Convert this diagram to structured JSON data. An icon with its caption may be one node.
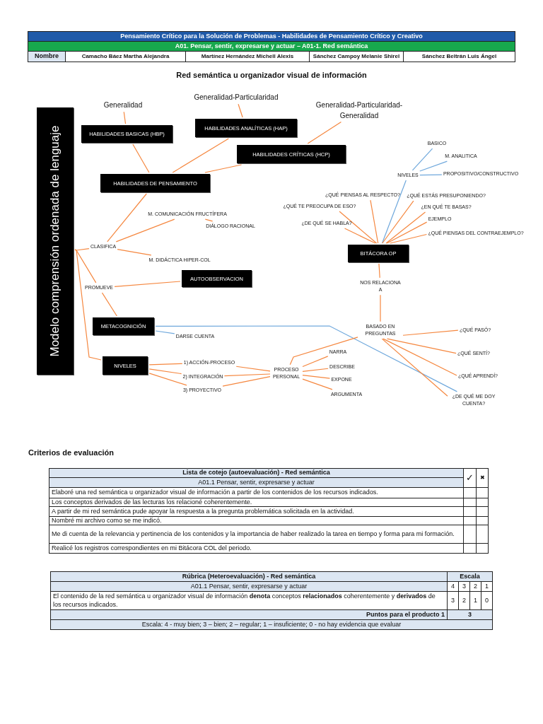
{
  "diagram": {
    "title": "Red semántica u organizador visual de información",
    "nodes": [
      {
        "text": [
          "Modelo comprensión ordenada de lenguaje"
        ]
      },
      {
        "text": [
          "Generalidad"
        ]
      },
      {
        "text": [
          "Generalidad-Particularidad"
        ]
      },
      {
        "text": [
          "Generalidad-Particularidad-Generalidad"
        ]
      },
      {
        "text": [
          "HABILIDADES BASICAS (HBP)"
        ]
      },
      {
        "text": [
          "HABILIDADES ANALÍTICAS (HAP)"
        ]
      },
      {
        "text": [
          "HABILIDADES CRÍTICAS (HCP)"
        ]
      },
      {
        "text": [
          "HABILIDADES DE PENSAMIENTO"
        ]
      },
      {
        "text": [
          "CLASIFICA"
        ]
      },
      {
        "text": [
          "M. COMUNICACIÓN FRUCTÍFERA"
        ]
      },
      {
        "text": [
          "DIÁLOGO RACIONAL"
        ]
      },
      {
        "text": [
          "M. DIDÁCTICA HIPER-COL"
        ]
      },
      {
        "text": [
          "AUTOOBSERVACION"
        ]
      },
      {
        "text": [
          "PROMUEVE"
        ]
      },
      {
        "text": [
          "METACOGNICIÓN"
        ]
      },
      {
        "text": [
          "DARSE CUENTA"
        ]
      },
      {
        "text": [
          "NIVELES"
        ]
      },
      {
        "text": [
          "1) ACCIÓN-PROCESO"
        ]
      },
      {
        "text": [
          "2) INTEGRACIÓN"
        ]
      },
      {
        "text": [
          "3) PROYECTIVO"
        ]
      },
      {
        "text": [
          "PROCESO PERSONAL"
        ]
      },
      {
        "text": [
          "NARRA"
        ]
      },
      {
        "text": [
          "DESCRIBE"
        ]
      },
      {
        "text": [
          "EXPONE"
        ]
      },
      {
        "text": [
          "ARGUMENTA"
        ]
      },
      {
        "text": [
          "BASICO"
        ]
      },
      {
        "text": [
          "M. ANALITICA"
        ]
      },
      {
        "text": [
          "PROPOSITIVO/CONSTRUCTIVO"
        ]
      },
      {
        "text": [
          "NIVELES"
        ]
      },
      {
        "text": [
          "¿QUÉ PIENSAS AL RESPECTO?"
        ]
      },
      {
        "text": [
          "¿QUÉ TE PREOCUPA DE ESO?"
        ]
      },
      {
        "text": [
          "¿DE QUÉ SE HABLA?"
        ]
      },
      {
        "text": [
          "¿QUÉ ESTÁS PRESUPONIENDO?"
        ]
      },
      {
        "text": [
          "¿EN QUÉ TE BASAS?"
        ]
      },
      {
        "text": [
          "EJEMPLO"
        ]
      },
      {
        "text": [
          "¿QUÉ PIENSAS DEL CONTRAEJEMPLO?"
        ]
      },
      {
        "text": [
          "BITÁCORA OP"
        ]
      },
      {
        "text": [
          "NOS RELACIONA A"
        ]
      },
      {
        "text": [
          "BASADO EN PREGUNTAS"
        ]
      },
      {
        "text": [
          "¿QUÉ PASÓ?"
        ]
      },
      {
        "text": [
          "¿QUÉ SENTÍ?"
        ]
      },
      {
        "text": [
          "¿QUÉ APRENDÍ?"
        ]
      },
      {
        "text": [
          "¿DE QUÉ ME DOY CUENTA?"
        ]
      }
    ],
    "edges": [
      {
        "from": 1,
        "to": 4,
        "arrow": "none"
      },
      {
        "from": 2,
        "to": 5,
        "arrow": "none"
      },
      {
        "from": 3,
        "to": 6,
        "arrow": "none"
      },
      {
        "from": 4,
        "to": 7,
        "arrow": "none"
      },
      {
        "from": 5,
        "to": 7,
        "arrow": "none"
      },
      {
        "from": 6,
        "to": 7,
        "arrow": "none"
      },
      {
        "from": 7,
        "to": 8,
        "arrow": "none"
      },
      {
        "from": 0,
        "to": 8,
        "arrow": "none"
      },
      {
        "from": 8,
        "to": 9,
        "arrow": "none"
      },
      {
        "from": 8,
        "to": 11,
        "arrow": "none"
      },
      {
        "from": 9,
        "to": 10,
        "arrow": "none"
      },
      {
        "from": 0,
        "to": 13,
        "arrow": "none"
      },
      {
        "from": 13,
        "to": 12,
        "arrow": "none"
      },
      {
        "from": 13,
        "to": 14,
        "arrow": "none"
      },
      {
        "from": 0,
        "to": 16,
        "arrow": "none"
      },
      {
        "from": 14,
        "to": 15,
        "arrow": "none",
        "color": "#6fa8dc"
      },
      {
        "from": 14,
        "to": 42,
        "arrow": "none",
        "color": "#6fa8dc"
      },
      {
        "from": 16,
        "to": 17,
        "arrow": "none"
      },
      {
        "from": 16,
        "to": 18,
        "arrow": "none"
      },
      {
        "from": 16,
        "to": 19,
        "arrow": "none"
      },
      {
        "from": 17,
        "to": 20,
        "arrow": "none"
      },
      {
        "from": 18,
        "to": 20,
        "arrow": "none"
      },
      {
        "from": 19,
        "to": 20,
        "arrow": "none"
      },
      {
        "from": 20,
        "to": 21,
        "arrow": "none"
      },
      {
        "from": 20,
        "to": 22,
        "arrow": "none"
      },
      {
        "from": 20,
        "to": 23,
        "arrow": "none"
      },
      {
        "from": 20,
        "to": 24,
        "arrow": "none"
      },
      {
        "from": 20,
        "to": 38,
        "arrow": "none"
      },
      {
        "from": 36,
        "to": 28,
        "arrow": "none",
        "color": "#6fa8dc"
      },
      {
        "from": 28,
        "to": 25,
        "arrow": "none",
        "color": "#6fa8dc"
      },
      {
        "from": 28,
        "to": 26,
        "arrow": "none",
        "color": "#6fa8dc"
      },
      {
        "from": 28,
        "to": 27,
        "arrow": "none",
        "color": "#6fa8dc"
      },
      {
        "from": 36,
        "to": 29,
        "arrow": "none"
      },
      {
        "from": 36,
        "to": 30,
        "arrow": "none"
      },
      {
        "from": 36,
        "to": 31,
        "arrow": "none"
      },
      {
        "from": 36,
        "to": 32,
        "arrow": "none"
      },
      {
        "from": 36,
        "to": 33,
        "arrow": "none"
      },
      {
        "from": 36,
        "to": 34,
        "arrow": "none"
      },
      {
        "from": 36,
        "to": 35,
        "arrow": "none"
      },
      {
        "from": 36,
        "to": 37,
        "arrow": "none"
      },
      {
        "from": 37,
        "to": 38,
        "arrow": "none"
      },
      {
        "from": 38,
        "to": 39,
        "arrow": "none"
      },
      {
        "from": 38,
        "to": 40,
        "arrow": "none"
      },
      {
        "from": 38,
        "to": 41,
        "arrow": "none"
      },
      {
        "from": 38,
        "to": 42,
        "arrow": "none"
      }
    ],
    "labels": [
      "Pensamiento Crítico para la Solución de Problemas - Habilidades de Pensamiento Crítico y Creativo",
      "A01. Pensar, sentir, expresarse y actuar – A01-1. Red semántica",
      "Nombre",
      "Camacho Báez Martha Alejandra",
      "Martínez Hernández Michell Alexis",
      "Sánchez Campoy Melanie Shirel",
      "Sánchez Beltrán Luis Ángel",
      "Criterios de evaluación",
      "Lista de cotejo (autoevaluación) - Red semántica",
      "✓",
      "✖",
      "A01.1 Pensar, sentir, expresarse y actuar",
      "Elaboré una red semántica u organizador visual de información a partir de los contenidos de los recursos indicados.",
      "Los conceptos derivados de las lecturas los relacioné coherentemente.",
      "A partir de mi red semántica pude apoyar la respuesta a la pregunta problemática solicitada en la actividad.",
      "Nombré mi archivo como se me indicó.",
      "Me di cuenta de la relevancia y pertinencia de los contenidos y la importancia de haber realizado la tarea en tiempo y forma para mi formación.",
      "Realicé los registros correspondientes en mi Bitácora COL del periodo.",
      "Rúbrica (Heteroevaluación) - Red semántica",
      "Escala",
      "A01.1 Pensar, sentir, expresarse y actuar",
      "4",
      "3",
      "2",
      "1",
      "El contenido de la red semántica u organizador visual de información **denota** conceptos **relacionados** coherentemente y **derivados** de los recursos indicados.",
      "3",
      "2",
      "1",
      "0",
      "Puntos para el producto 1",
      "3",
      "Escala: 4 - muy bien; 3 – bien; 2 – regular; 1 – insuficiente; 0 - no hay evidencia que evaluar"
    ]
  }
}
